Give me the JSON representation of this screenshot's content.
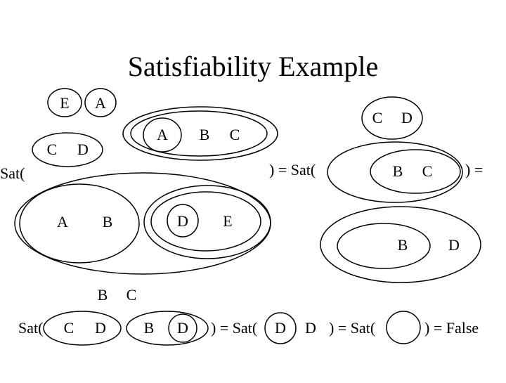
{
  "title": "Satisfiability Example",
  "labels": {
    "sat": "Sat(",
    "eq_sat": ") = Sat(",
    "close_eq": ") =",
    "eq_false": ") = False",
    "A": "A",
    "B": "B",
    "C": "C",
    "D": "D",
    "E": "E"
  },
  "colors": {
    "ink": "#000000",
    "background": "#ffffff"
  }
}
